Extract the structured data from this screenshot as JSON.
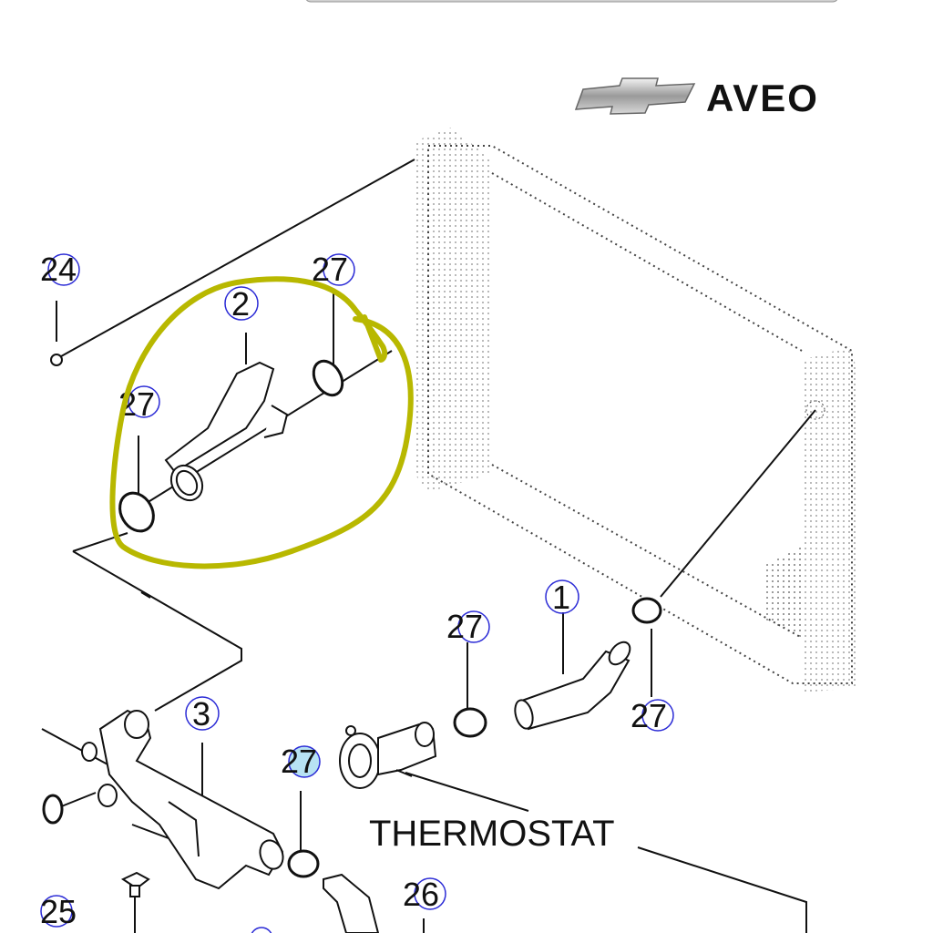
{
  "brand": {
    "name": "AVEO",
    "logo_icon": "chevrolet-bowtie-icon"
  },
  "callouts": {
    "c24": "24",
    "c27_top": "27",
    "c2": "2",
    "c27_left": "27",
    "c1": "1",
    "c27_mid": "27",
    "c27_right": "27",
    "c3": "3",
    "c27_low": "27",
    "c25": "25",
    "c26": "26"
  },
  "labels": {
    "thermostat": "THERMOSTAT"
  },
  "colors": {
    "highlight": "#b8b800",
    "line": "#111111",
    "circle": "#2b2bd6",
    "fill_badge": "#9fd8ef"
  }
}
